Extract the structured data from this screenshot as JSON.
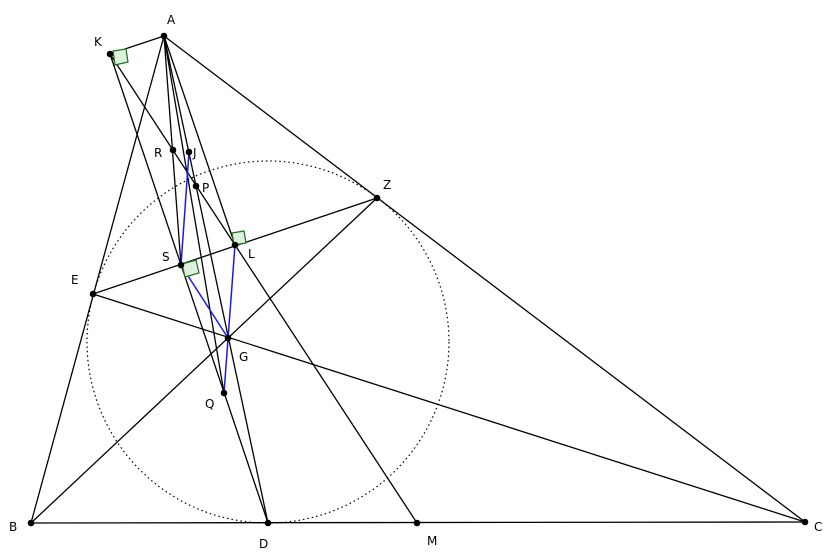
{
  "points": {
    "A": "A",
    "B": "B",
    "C": "C",
    "D": "D",
    "M": "M",
    "K": "K",
    "R": "R",
    "J": "J",
    "P": "P",
    "Z": "Z",
    "S": "S",
    "L": "L",
    "E": "E",
    "G": "G",
    "Q": "Q"
  }
}
